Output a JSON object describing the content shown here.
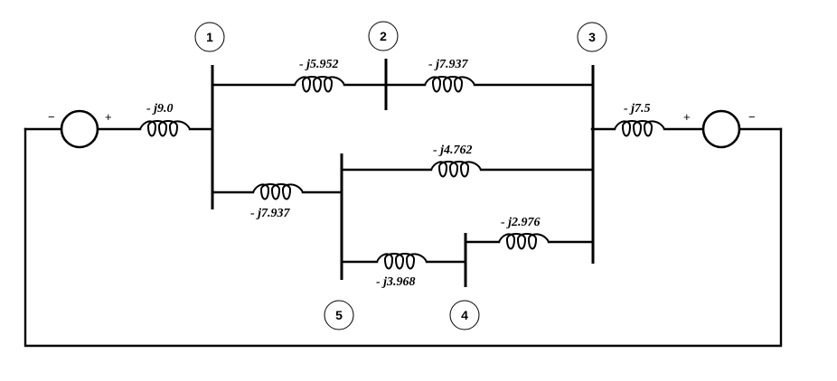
{
  "buses": [
    {
      "id": "bus-1",
      "number": "1"
    },
    {
      "id": "bus-2",
      "number": "2"
    },
    {
      "id": "bus-3",
      "number": "3"
    },
    {
      "id": "bus-4",
      "number": "4"
    },
    {
      "id": "bus-5",
      "number": "5"
    }
  ],
  "impedances": {
    "gen_left": "- j9.0",
    "line_1_2": "- j5.952",
    "line_2_3": "- j7.937",
    "gen_right": "- j7.5",
    "line_5_3": "- j4.762",
    "line_1_5": "- j7.937",
    "line_4_3": "- j2.976",
    "line_5_4": "- j3.968"
  },
  "sources": {
    "left": {
      "plus": "+",
      "minus": "−"
    },
    "right": {
      "plus": "+",
      "minus": "−"
    }
  }
}
